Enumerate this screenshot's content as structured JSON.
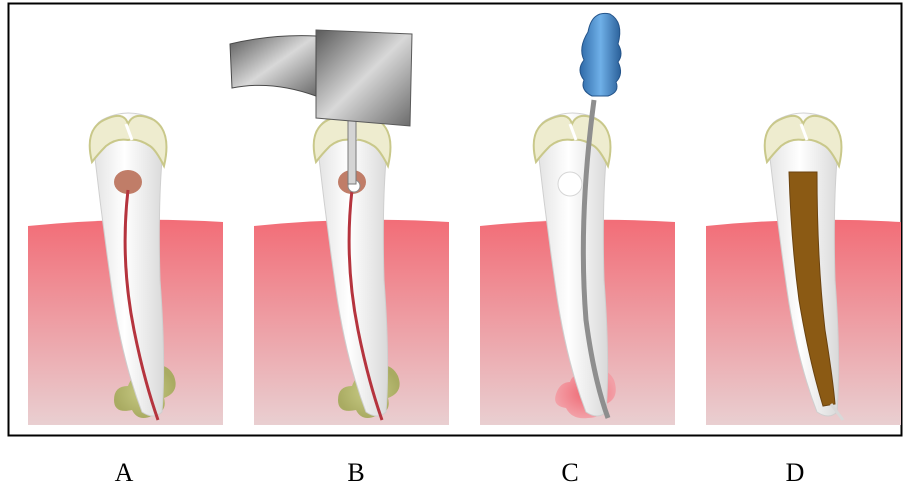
{
  "figure": {
    "panels": [
      {
        "label": "A",
        "stage": "infected-pulp"
      },
      {
        "label": "B",
        "stage": "access-drilling"
      },
      {
        "label": "C",
        "stage": "canal-cleaning"
      },
      {
        "label": "D",
        "stage": "canal-filled"
      }
    ]
  },
  "colors": {
    "gum_top": "#f26d77",
    "gum_bottom": "#e8c6c8",
    "tooth": "#f3f3f3",
    "crown": "#eeeccf",
    "crown_edge": "#c9c88a",
    "pulp": "#c07d68",
    "nerve": "#b5343e",
    "abscess": "#b8ba70",
    "drill": "#9a9a9a",
    "file_handle": "#3c7fc0",
    "filling": "#8b5a14",
    "frame": "#000000"
  },
  "icons": [
    "dental-drill-icon",
    "endodontic-file-icon"
  ]
}
